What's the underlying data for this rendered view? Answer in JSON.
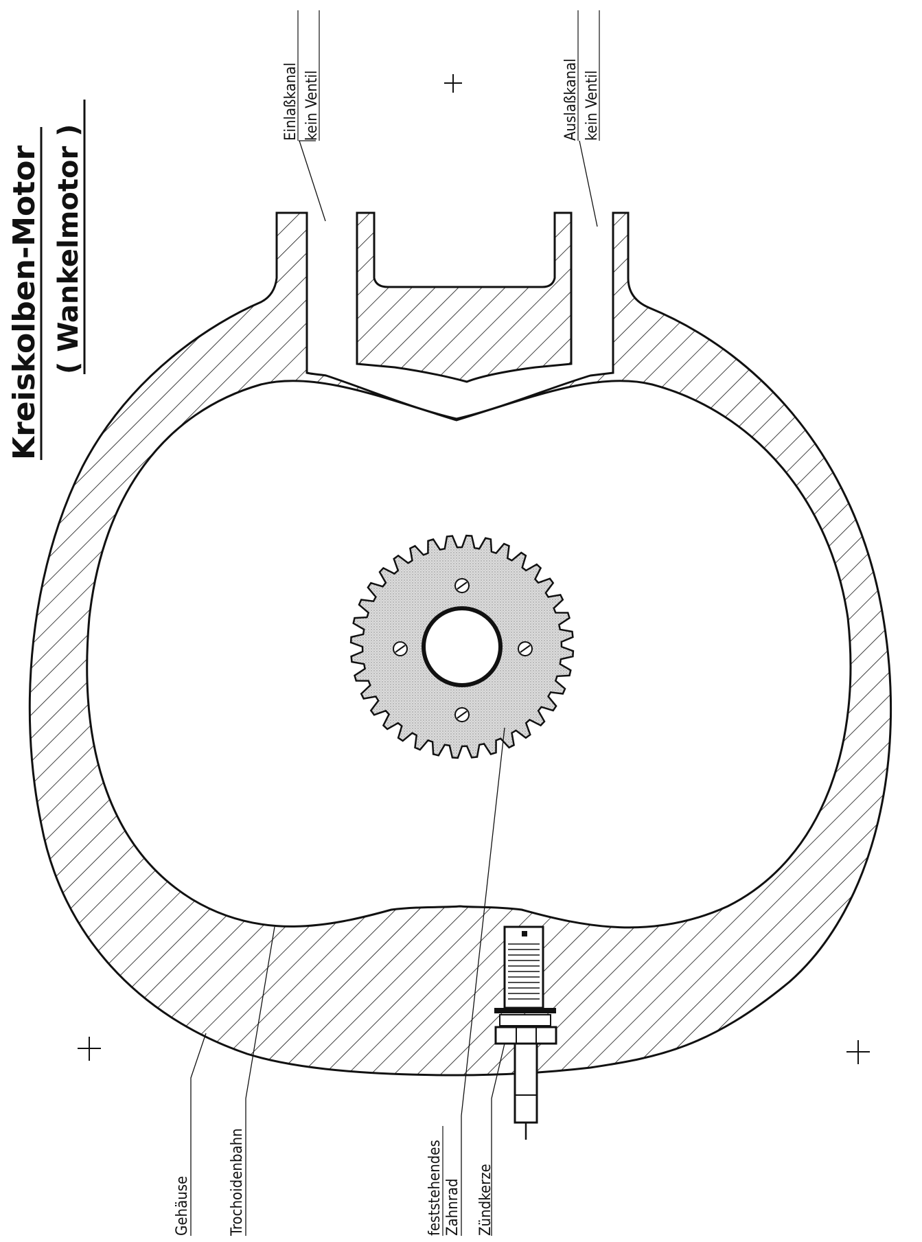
{
  "title": {
    "main": "Kreiskolben-Motor",
    "sub": "( Wankelmotor )"
  },
  "labels": {
    "intake_line1": "Einlaßkanal",
    "intake_line2": "kein Ventil",
    "exhaust_line1": "Auslaßkanal",
    "exhaust_line2": "kein Ventil",
    "housing": "Gehäuse",
    "trochoid": "Trochoidenbahn",
    "gear_line1": "feststehendes",
    "gear_line2": "Zahnrad",
    "spark_plug": "Zündkerze"
  },
  "colors": {
    "ink": "#111111",
    "paper": "#ffffff",
    "gear_fill": "#d9d9d9"
  }
}
